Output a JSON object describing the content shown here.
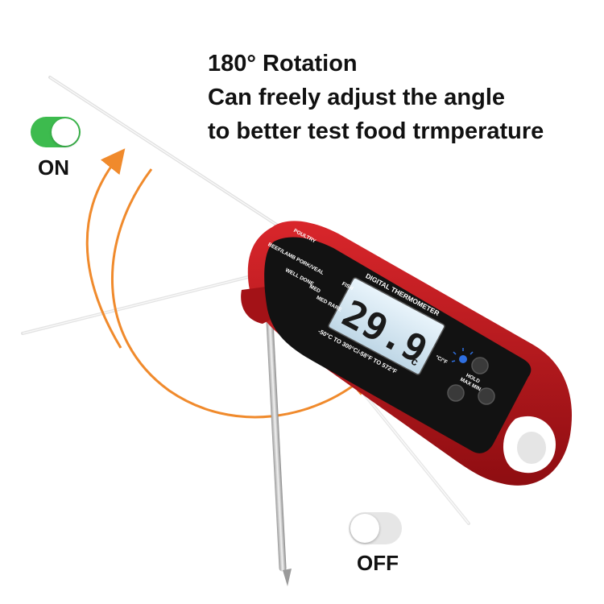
{
  "headline": {
    "line1": "180° Rotation",
    "line2": "Can freely adjust the angle",
    "line3": "to better test food trmperature"
  },
  "toggles": {
    "on_label": "ON",
    "off_label": "OFF",
    "on_color": "#3dbb4e",
    "off_color": "#e6e6e6"
  },
  "product": {
    "body_color": "#c4161c",
    "display_reading": "29.9",
    "display_unit": "°c",
    "display_title": "DIGITAL THERMOMETER",
    "range_text": "-50°C TO 300°C/-58°F TO 572°F",
    "button_hold": "HOLD",
    "button_max_min": "MAX MIN",
    "button_unit": "°C/°F",
    "guide_poultry": "POULTRY",
    "guide_beef": "BEEF/LAMB PORK/VEAL",
    "guide_well": "WELL DONE",
    "guide_med": "MED",
    "guide_rare": "MED RARE",
    "guide_fish": "FISH",
    "light_icon": "backlight-icon",
    "arrow_color": "#f08a2c"
  }
}
